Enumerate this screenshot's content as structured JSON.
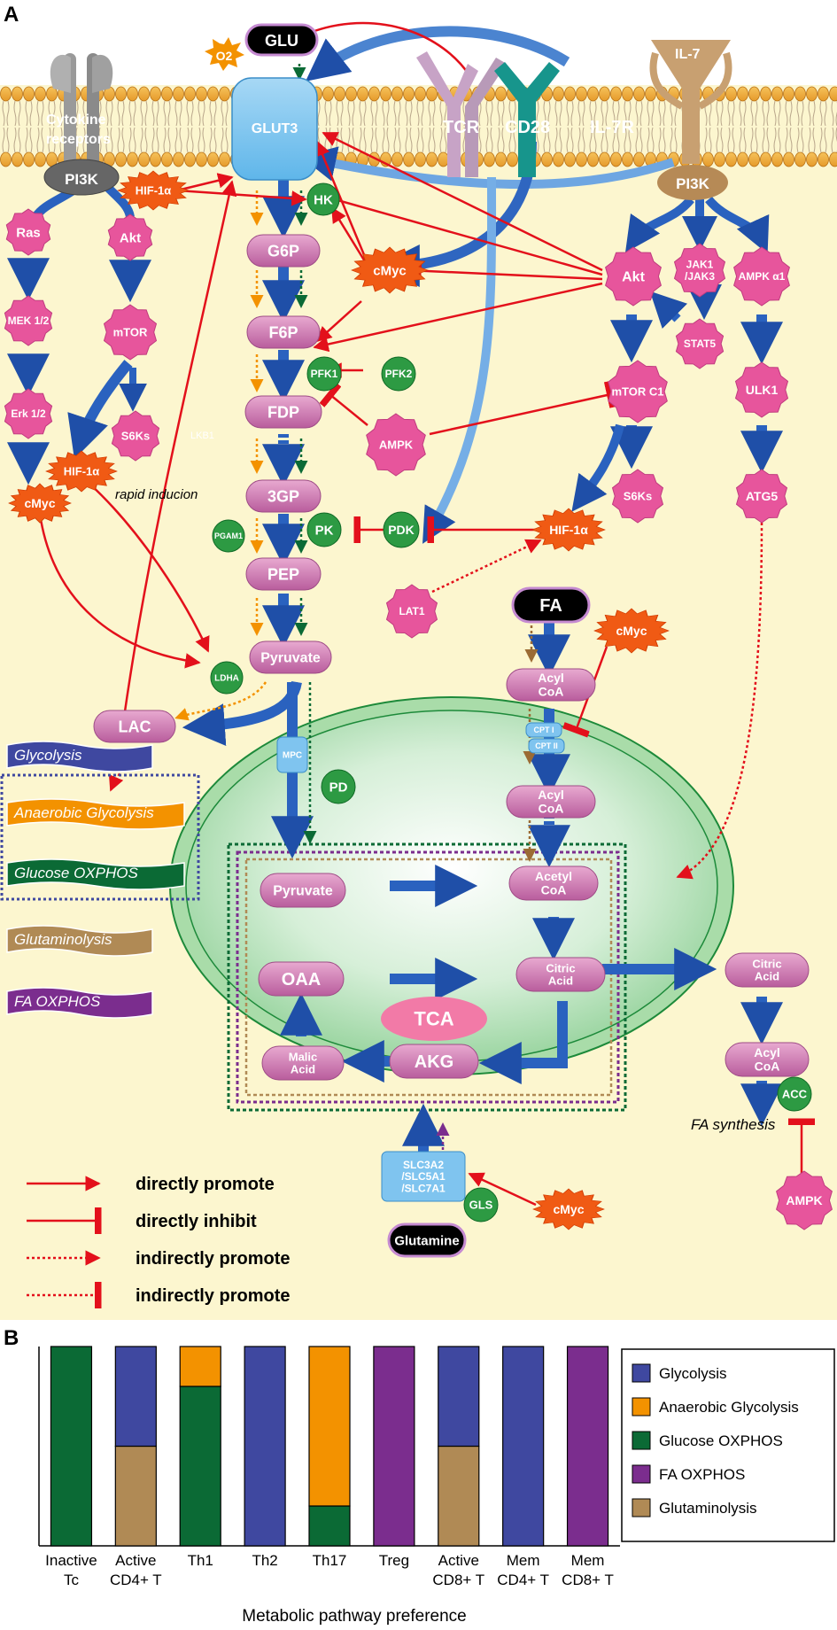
{
  "panel_labels": {
    "a": "A",
    "b": "B"
  },
  "membrane": {
    "glu": "GLU",
    "o2": "O2",
    "glut3": "GLUT3",
    "cytokine": "Cytokine receptors",
    "pi3k_left": "PI3K",
    "il7": "IL-7",
    "tcr": "TCR",
    "cd28": "CD28",
    "il7r": "IL-7R",
    "pi3k_right": "PI3K"
  },
  "left_pathway": {
    "ras": "Ras",
    "mek": "MEK 1/2",
    "erk": "Erk 1/2",
    "cmyc": "cMyc",
    "akt": "Akt",
    "mtor": "mTOR",
    "s6ks": "S6Ks",
    "hif": "HIF-1α",
    "rapid": "rapid inducion",
    "hif_top": "HIF-1α"
  },
  "glycolysis": {
    "hk": "HK",
    "g6p": "G6P",
    "f6p": "F6P",
    "pfk1": "PFK1",
    "pfk2": "PFK2",
    "fdp": "FDP",
    "lkb1": "LKB1",
    "ampk": "AMPK",
    "gp3": "3GP",
    "pgam1": "PGAM1",
    "pk": "PK",
    "pdk": "PDK",
    "pep": "PEP",
    "pyruvate": "Pyruvate",
    "ldha": "LDHA",
    "lac": "LAC",
    "mpc": "MPC",
    "pd": "PD",
    "cmyc": "cMyc"
  },
  "right_pathway": {
    "akt": "Akt",
    "jak": "JAK1 /JAK3",
    "ampk_a1": "AMPK α1",
    "stat5": "STAT5",
    "mtorc1": "mTOR C1",
    "ulk1": "ULK1",
    "s6ks": "S6Ks",
    "hif": "HIF-1α",
    "atg5": "ATG5",
    "lat1": "LAT1",
    "fa": "FA",
    "cmyc": "cMyc",
    "acylcoa1": "Acyl CoA",
    "cpt1": "CPT I",
    "cpt2": "CPT II",
    "acylcoa2": "Acyl CoA"
  },
  "mito": {
    "pyruvate": "Pyruvate",
    "acetylcoa": "Acetyl CoA",
    "citric": "Citric Acid",
    "oaa": "OAA",
    "tca": "TCA",
    "akg": "AKG",
    "malic": "Malic Acid",
    "transporter": "SLC3A2 /SLC5A1 /SLC7A1",
    "gls": "GLS",
    "glutamine": "Glutamine",
    "cmyc": "cMyc"
  },
  "fa_synthesis": {
    "citric": "Citric Acid",
    "acylcoa": "Acyl CoA",
    "acc": "ACC",
    "label": "FA synthesis",
    "ampk": "AMPK"
  },
  "pathway_tags": [
    "Glycolysis",
    "Anaerobic Glycolysis",
    "Glucose OXPHOS",
    "Glutaminolysis",
    "FA OXPHOS"
  ],
  "arrow_legend": [
    "directly promote",
    "directly inhibit",
    "indirectly promote",
    "indirectly promote"
  ],
  "colors": {
    "Glycolysis": "#3f48a0",
    "Anaerobic Glycolysis": "#f39200",
    "Glucose OXPHOS": "#0b6a35",
    "FA OXPHOS": "#7b2d8e",
    "Glutaminolysis": "#b08a55"
  },
  "chart_data": {
    "type": "bar",
    "stacked": true,
    "xlabel": "Metabolic pathway preference",
    "ylabel": "",
    "ylim": [
      0,
      1
    ],
    "categories": [
      "Inactive Tc",
      "Active CD4+ T",
      "Th1",
      "Th2",
      "Th17",
      "Treg",
      "Active CD8+ T",
      "Mem CD4+ T",
      "Mem CD8+ T"
    ],
    "series": [
      {
        "name": "Glycolysis",
        "values": [
          0,
          0.5,
          0,
          1,
          0,
          0,
          0.5,
          1,
          0
        ]
      },
      {
        "name": "Anaerobic Glycolysis",
        "values": [
          0,
          0,
          0.2,
          0,
          0.8,
          0,
          0,
          0,
          0
        ]
      },
      {
        "name": "Glucose OXPHOS",
        "values": [
          1,
          0,
          0.8,
          0,
          0.2,
          0,
          0,
          0,
          0
        ]
      },
      {
        "name": "FA OXPHOS",
        "values": [
          0,
          0,
          0,
          0,
          0,
          1,
          0,
          0,
          1
        ]
      },
      {
        "name": "Glutaminolysis",
        "values": [
          0,
          0.5,
          0,
          0,
          0,
          0,
          0.5,
          0,
          0
        ]
      }
    ],
    "legend_position": "right",
    "grid": false
  }
}
